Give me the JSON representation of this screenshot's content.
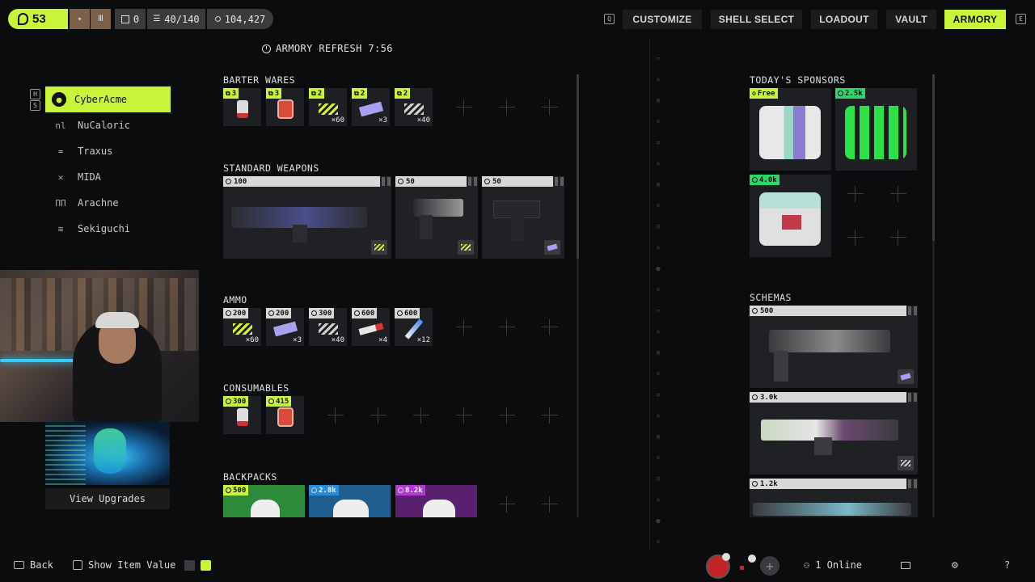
{
  "topbar": {
    "level": "53",
    "chip_slots": "0",
    "chip_capacity": "40/140",
    "chip_credits": "104,427",
    "nav": [
      "CUSTOMIZE",
      "SHELL SELECT",
      "LOADOUT",
      "VAULT",
      "ARMORY"
    ],
    "active_nav": "ARMORY",
    "nav_left_key": "Q",
    "nav_right_key": "E"
  },
  "refresh": {
    "label": "ARMORY REFRESH 7:56"
  },
  "sidebar": {
    "key_top": "H",
    "key_bottom": "S",
    "items": [
      {
        "label": "CyberAcme",
        "active": true
      },
      {
        "label": "NuCaloric"
      },
      {
        "label": "Traxus"
      },
      {
        "label": "MIDA"
      },
      {
        "label": "Arachne"
      },
      {
        "label": "Sekiguchi"
      }
    ],
    "upgrades_label": "View Upgrades"
  },
  "barter": {
    "title": "BARTER WARES",
    "items": [
      {
        "price": "3",
        "qty": ""
      },
      {
        "price": "3",
        "qty": ""
      },
      {
        "price": "2",
        "qty": "×60"
      },
      {
        "price": "2",
        "qty": "×3"
      },
      {
        "price": "2",
        "qty": "×40"
      }
    ]
  },
  "weapons": {
    "title": "STANDARD WEAPONS",
    "items": [
      {
        "price": "100"
      },
      {
        "price": "50"
      },
      {
        "price": "50"
      }
    ]
  },
  "ammo": {
    "title": "AMMO",
    "items": [
      {
        "price": "200",
        "qty": "×60"
      },
      {
        "price": "200",
        "qty": "×3"
      },
      {
        "price": "300",
        "qty": "×40"
      },
      {
        "price": "600",
        "qty": "×4"
      },
      {
        "price": "600",
        "qty": "×12"
      }
    ]
  },
  "consumables": {
    "title": "CONSUMABLES",
    "items": [
      {
        "price": "300"
      },
      {
        "price": "415"
      }
    ]
  },
  "backpacks": {
    "title": "BACKPACKS",
    "items": [
      {
        "price": "500"
      },
      {
        "price": "2.8k"
      },
      {
        "price": "8.2k"
      }
    ]
  },
  "sponsors": {
    "title": "TODAY'S SPONSORS",
    "items": [
      {
        "price": "Free"
      },
      {
        "price": "2.5k"
      },
      {
        "price": "4.0k"
      }
    ]
  },
  "schemas": {
    "title": "SCHEMAS",
    "items": [
      {
        "price": "500"
      },
      {
        "price": "3.0k"
      },
      {
        "price": "1.2k"
      }
    ]
  },
  "bottom": {
    "back": "Back",
    "show_value": "Show Item Value",
    "online": "1 Online"
  },
  "colors": {
    "accent": "#c8f53a",
    "bg": "#0b0c0d",
    "purple": "#b13ad6",
    "blue": "#2c8bd6"
  }
}
